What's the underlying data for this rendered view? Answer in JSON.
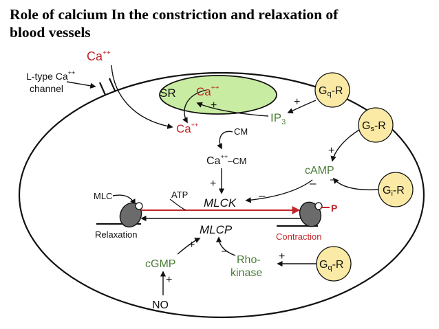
{
  "title_line1": "Role of calcium In the constriction and relaxation of",
  "title_line2": "blood vessels",
  "colors": {
    "red": "#c0262b",
    "green": "#4a7d36",
    "sr_fill": "#c8eca1",
    "receptor_fill": "#fbeaa5",
    "dark": "#111111"
  },
  "labels": {
    "ca_ext": "Ca",
    "ca_ext_sup": "++",
    "ltype_line1": "L-type Ca",
    "ltype_sup": "++",
    "ltype_line2": "channel",
    "sr": "SR",
    "sr_ca": "Ca",
    "sr_ca_sup": "++",
    "sr_plus": "+",
    "ca_int": "Ca",
    "ca_int_sup": "++",
    "cm": "CM",
    "ca_cm": "Ca",
    "ca_cm_sup": "++",
    "ca_cm_suffix": "–CM",
    "plus_mlck": "+",
    "mlc": "MLC",
    "atp": "ATP",
    "mlck": "MLCK",
    "mlck_minus": "–",
    "p": "P",
    "mlcp": "MLCP",
    "relaxation": "Relaxation",
    "contraction": "Contraction",
    "ip3": "IP",
    "ip3_sub": "3",
    "ip3_plus": "+",
    "gq_top_g": "G",
    "gq_top_sub": "q",
    "gq_top_r": "-R",
    "gs_g": "G",
    "gs_sub": "s",
    "gs_r": "-R",
    "gs_plus": "+",
    "camp": "cAMP",
    "camp_minus": "–",
    "gi_g": "G",
    "gi_sub": "i",
    "gi_r": "-R",
    "gi_minus": "–",
    "cgmp": "cGMP",
    "cgmp_plus": "+",
    "no": "NO",
    "no_plus": "+",
    "mlcp_minus": "–",
    "rho_line1": "Rho-",
    "rho_line2": "kinase",
    "rho_plus": "+",
    "gq_bot_g": "G",
    "gq_bot_sub": "q",
    "gq_bot_r": "-R"
  }
}
